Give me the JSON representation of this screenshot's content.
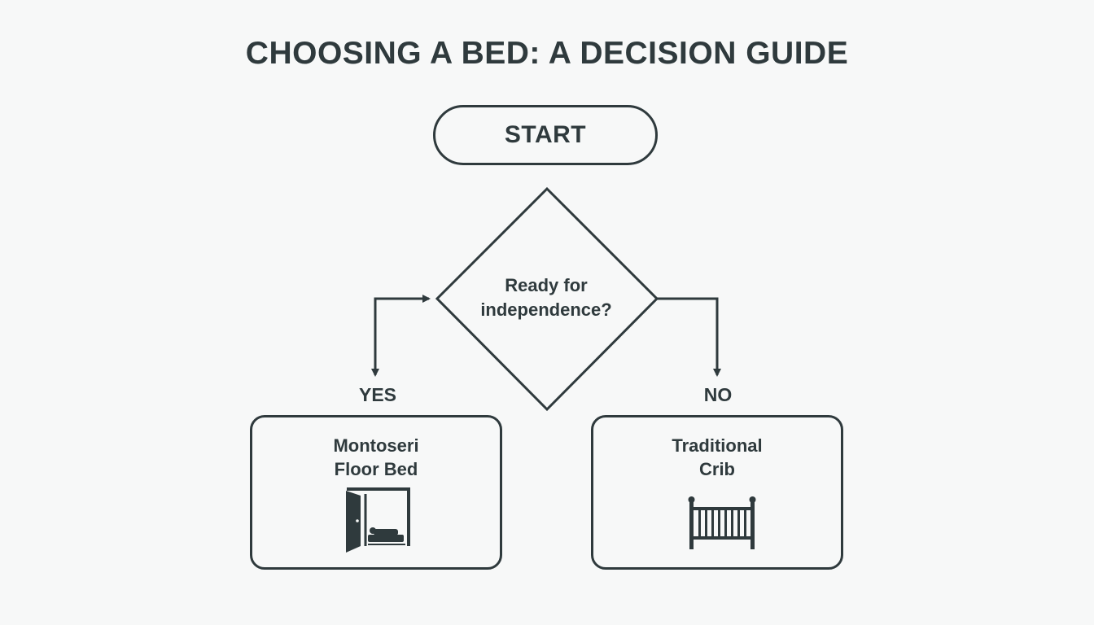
{
  "title": "CHOOSING A BED: A DECISION GUIDE",
  "nodes": {
    "start": "START",
    "decision": {
      "line1": "Ready for",
      "line2": "independence?"
    },
    "yes": {
      "branch_label": "YES",
      "line1": "Montoseri",
      "line2": "Floor Bed",
      "icon": "floor-bed-door-icon"
    },
    "no": {
      "branch_label": "NO",
      "line1": "Traditional",
      "line2": "Crib",
      "icon": "crib-icon"
    }
  },
  "colors": {
    "stroke": "#2f3a3d",
    "background": "#f7f8f8"
  }
}
